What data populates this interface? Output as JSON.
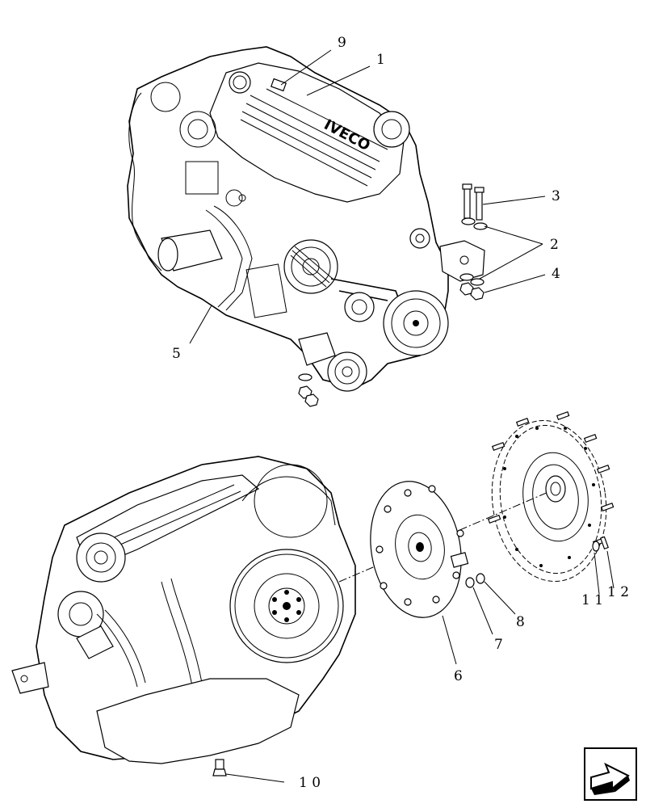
{
  "callouts": {
    "c1": "1",
    "c2": "2",
    "c3": "3",
    "c4": "4",
    "c5": "5",
    "c6": "6",
    "c7": "7",
    "c8": "8",
    "c9": "9",
    "c10": "1 0",
    "c11": "1 1",
    "c12": "1 2"
  },
  "engine_cover_text": "IVECO",
  "nav_icon": "next-page-arrow-icon"
}
